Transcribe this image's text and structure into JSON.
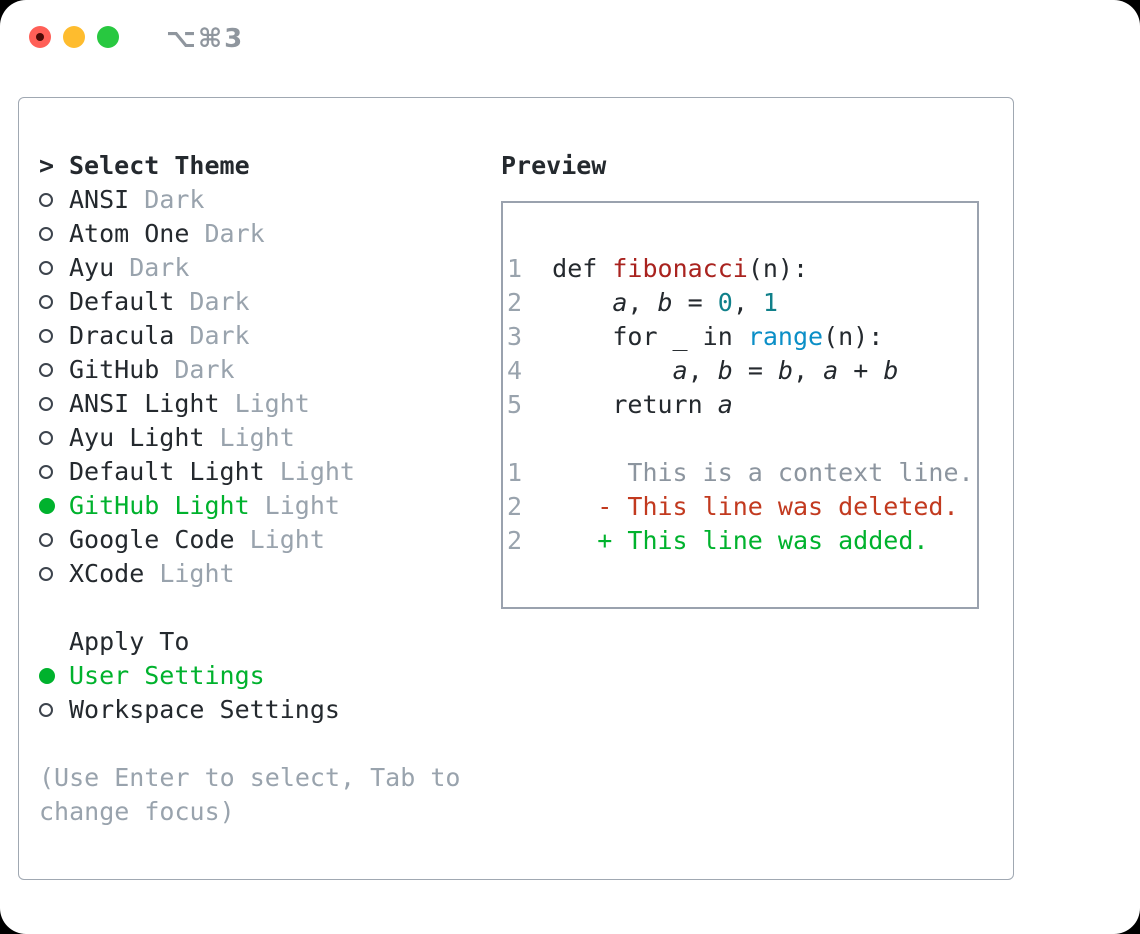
{
  "window": {
    "title": "⌥⌘3"
  },
  "theme_picker": {
    "prompt": ">",
    "title": "Select Theme",
    "items": [
      {
        "name": "ANSI",
        "variant": "Dark",
        "selected": false
      },
      {
        "name": "Atom One",
        "variant": "Dark",
        "selected": false
      },
      {
        "name": "Ayu",
        "variant": "Dark",
        "selected": false
      },
      {
        "name": "Default",
        "variant": "Dark",
        "selected": false
      },
      {
        "name": "Dracula",
        "variant": "Dark",
        "selected": false
      },
      {
        "name": "GitHub",
        "variant": "Dark",
        "selected": false
      },
      {
        "name": "ANSI Light",
        "variant": "Light",
        "selected": false
      },
      {
        "name": "Ayu Light",
        "variant": "Light",
        "selected": false
      },
      {
        "name": "Default Light",
        "variant": "Light",
        "selected": false
      },
      {
        "name": "GitHub Light",
        "variant": "Light",
        "selected": true
      },
      {
        "name": "Google Code",
        "variant": "Light",
        "selected": false
      },
      {
        "name": "XCode",
        "variant": "Light",
        "selected": false
      }
    ],
    "apply_to": {
      "title": "Apply To",
      "options": [
        {
          "label": "User Settings",
          "selected": true
        },
        {
          "label": "Workspace Settings",
          "selected": false
        }
      ]
    },
    "hint": "(Use Enter to select, Tab to change focus)"
  },
  "preview": {
    "title": "Preview",
    "code_lines": [
      {
        "num": "1",
        "tokens": [
          {
            "t": "def "
          },
          {
            "t": "fibonacci",
            "c": "fn"
          },
          {
            "t": "(n):"
          }
        ]
      },
      {
        "num": "2",
        "tokens": [
          {
            "t": "    "
          },
          {
            "t": "a",
            "c": "var"
          },
          {
            "t": ", "
          },
          {
            "t": "b",
            "c": "var"
          },
          {
            "t": " = "
          },
          {
            "t": "0",
            "c": "num"
          },
          {
            "t": ", "
          },
          {
            "t": "1",
            "c": "num"
          }
        ]
      },
      {
        "num": "3",
        "tokens": [
          {
            "t": "    for _ in "
          },
          {
            "t": "range",
            "c": "bi"
          },
          {
            "t": "(n):"
          }
        ]
      },
      {
        "num": "4",
        "tokens": [
          {
            "t": "        "
          },
          {
            "t": "a",
            "c": "var"
          },
          {
            "t": ", "
          },
          {
            "t": "b",
            "c": "var"
          },
          {
            "t": " = "
          },
          {
            "t": "b",
            "c": "var"
          },
          {
            "t": ", "
          },
          {
            "t": "a",
            "c": "var"
          },
          {
            "t": " + "
          },
          {
            "t": "b",
            "c": "var"
          }
        ]
      },
      {
        "num": "5",
        "tokens": [
          {
            "t": "    return "
          },
          {
            "t": "a",
            "c": "var"
          }
        ]
      }
    ],
    "diff_lines": [
      {
        "num": "1",
        "text": "     This is a context line.",
        "kind": "ctx"
      },
      {
        "num": "2",
        "text": "   - This line was deleted.",
        "kind": "del"
      },
      {
        "num": "2",
        "text": "   + This line was added.",
        "kind": "add"
      }
    ]
  },
  "colors": {
    "text": "#24292e",
    "muted_gray": "#99a3ad",
    "accent_green": "#00b22d",
    "added_green": "#00b22d",
    "deleted_red": "#c23a1f",
    "context_gray": "#8c959f",
    "function_red": "#a9231f",
    "number_teal": "#10808a",
    "builtin_blue": "#0b8fc7",
    "panel_border": "#9aa2ae",
    "traffic_red": "#ff5f57",
    "traffic_yellow": "#febc2e",
    "traffic_green": "#28c840"
  }
}
